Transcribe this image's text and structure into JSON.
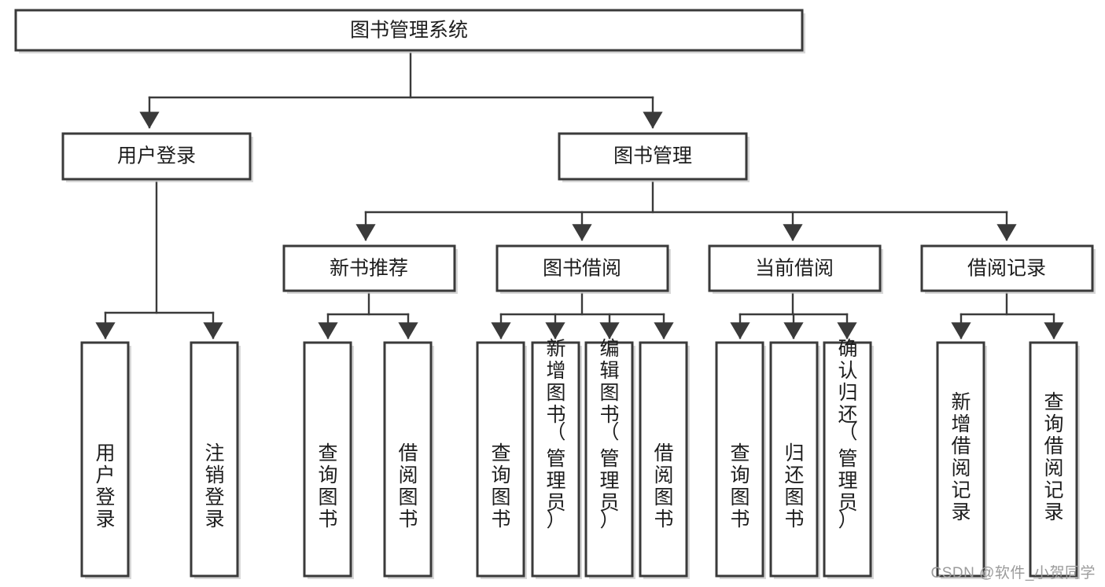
{
  "diagram": {
    "title": "图书管理系统",
    "type": "hierarchy-tree",
    "colors": {
      "stroke": "#3a3a3a",
      "fill": "#ffffff",
      "text": "#1d1d1d",
      "shadow": "#b8b8b8",
      "watermark": "#9b9b9b"
    },
    "levels": {
      "root": {
        "label": "图书管理系统"
      },
      "level2": [
        {
          "label": "用户登录"
        },
        {
          "label": "图书管理"
        }
      ],
      "level3": [
        {
          "label": "新书推荐"
        },
        {
          "label": "图书借阅"
        },
        {
          "label": "当前借阅"
        },
        {
          "label": "借阅记录"
        }
      ],
      "leaves": {
        "user_login": [
          {
            "label": "用户登录"
          },
          {
            "label": "注销登录"
          }
        ],
        "new_book_recommend": [
          {
            "label": "查询图书"
          },
          {
            "label": "借阅图书"
          }
        ],
        "book_borrow": [
          {
            "label": "查询图书"
          },
          {
            "label": "新增图书（管理员）"
          },
          {
            "label": "编辑图书（管理员）"
          },
          {
            "label": "借阅图书"
          }
        ],
        "current_borrow": [
          {
            "label": "查询图书"
          },
          {
            "label": "归还图书"
          },
          {
            "label": "确认归还（管理员）"
          }
        ],
        "borrow_record": [
          {
            "label": "新增借阅记录"
          },
          {
            "label": "查询借阅记录"
          }
        ]
      }
    }
  },
  "watermark": {
    "text": "CSDN @软件_小贺同学"
  }
}
